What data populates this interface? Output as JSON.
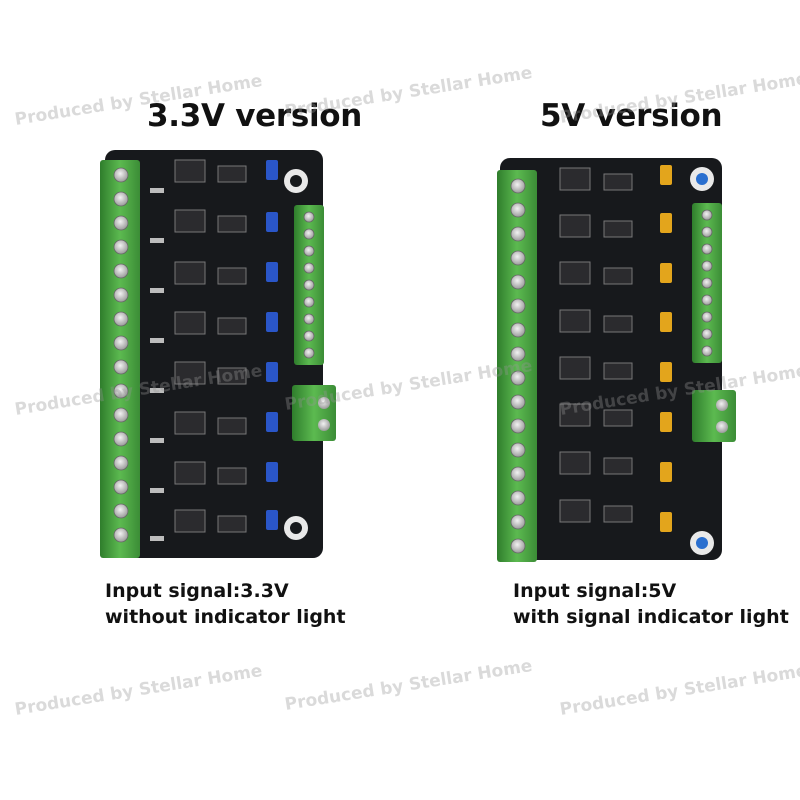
{
  "left_board": {
    "title": "3.3V version",
    "caption_line1": "Input signal:3.3V",
    "caption_line2": "without indicator light"
  },
  "right_board": {
    "title": "5V version",
    "caption_line1": "Input signal:5V",
    "caption_line2": "with signal indicator light"
  },
  "watermark": "Produced by Stellar Home",
  "colors": {
    "pcb": "#17191c",
    "terminal_green": "#4faa46",
    "jumper_blue": "#2a56c8",
    "jumper_yellow": "#e3a51c",
    "background": "#ffffff"
  }
}
